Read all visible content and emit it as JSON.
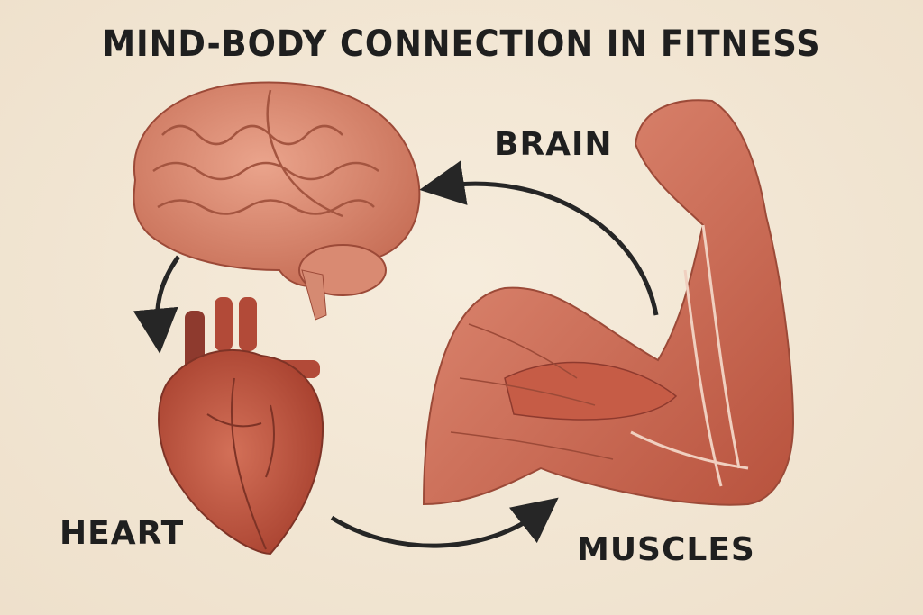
{
  "title": "MIND-BODY CONNECTION IN FITNESS",
  "labels": {
    "brain": "BRAIN",
    "heart": "HEART",
    "muscles": "MUSCLES"
  },
  "colors": {
    "background": "#f2e7d6",
    "text": "#1f1f1f",
    "tissue": "#c9604a",
    "tissue_light": "#e0937c",
    "arrow": "#262626"
  }
}
